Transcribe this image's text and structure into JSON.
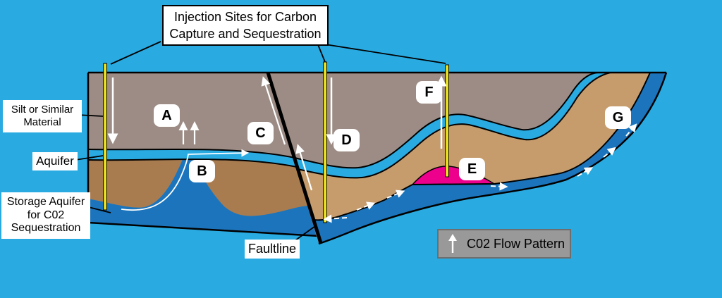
{
  "diagram_title": "Injection Sites for Carbon Capture and Sequestration",
  "labels": {
    "silt": "Silt or Similar Material",
    "aquifer": "Aquifer",
    "storage_aquifer": "Storage Aquifer for C02 Sequestration",
    "faultline": "Faultline"
  },
  "legend": {
    "label": "C02 Flow Pattern",
    "icon": "co2-up-arrow-icon"
  },
  "markers": [
    "A",
    "B",
    "C",
    "D",
    "E",
    "F",
    "G"
  ],
  "features": {
    "injection_wells": 3,
    "flow_direction_note": "white arrows depict C02 flow pattern"
  },
  "colors": {
    "background": "#29ABE2",
    "silt_gray": "#9C8C85",
    "lower_brown": "#A97C50",
    "tan": "#C69C6D",
    "aquifer_cyan": "#29ABE2",
    "storage_blue": "#1C75BC",
    "co2_plume_pink": "#EC008C",
    "well_yellow": "#F5EB1E",
    "legend_gray": "#999999",
    "legend_border_gray": "#6E6E6E",
    "outline_black": "#000000",
    "flow_arrow_white": "#FFFFFF"
  }
}
